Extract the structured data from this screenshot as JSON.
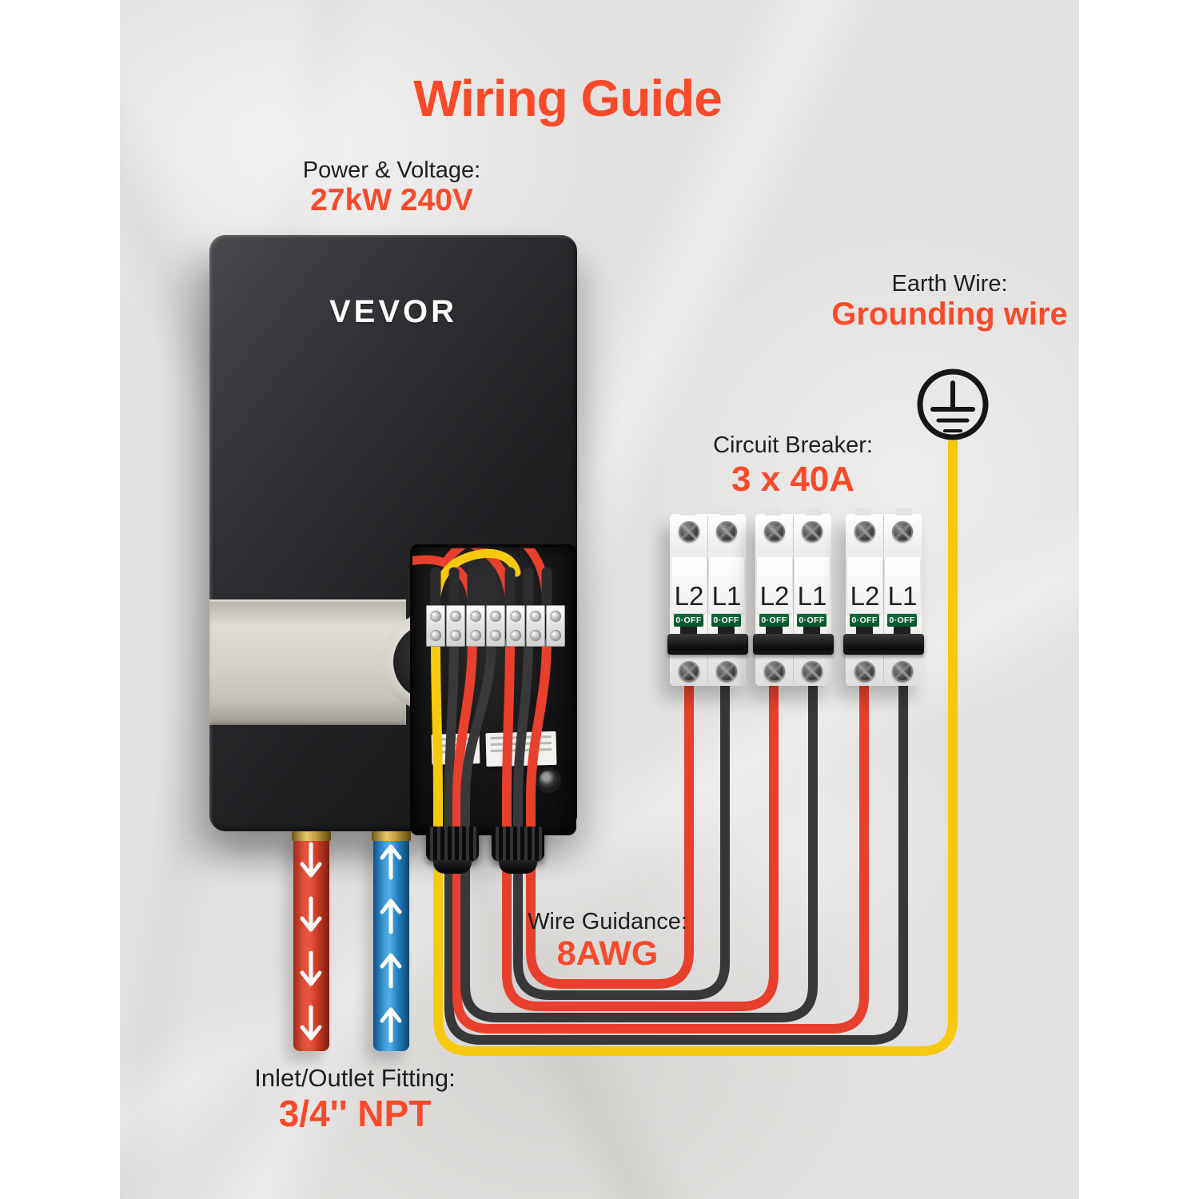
{
  "page": {
    "title": "Wiring Guide"
  },
  "colors": {
    "accent": "#FA4A2A",
    "wire_red": "#E8402C",
    "wire_black": "#38383B",
    "wire_yellow": "#F6C80E",
    "ground_symbol": "#161616",
    "boot_black": "#2C2C2E"
  },
  "device": {
    "brand": "VEVOR"
  },
  "annotations": {
    "power": {
      "label": "Power & Voltage:",
      "value": "27kW 240V"
    },
    "earth": {
      "label": "Earth Wire:",
      "value": "Grounding wire"
    },
    "breaker": {
      "label": "Circuit Breaker:",
      "value": "3 x 40A"
    },
    "wire_gauge": {
      "label": "Wire Guidance:",
      "value": "8AWG"
    },
    "fitting": {
      "label": "Inlet/Outlet Fitting:",
      "value": "3/4'' NPT"
    }
  },
  "breakers": {
    "switch_label": "0·OFF",
    "units": [
      {
        "poles": [
          "L2",
          "L1"
        ]
      },
      {
        "poles": [
          "L2",
          "L1"
        ]
      },
      {
        "poles": [
          "L2",
          "L1"
        ]
      }
    ]
  }
}
